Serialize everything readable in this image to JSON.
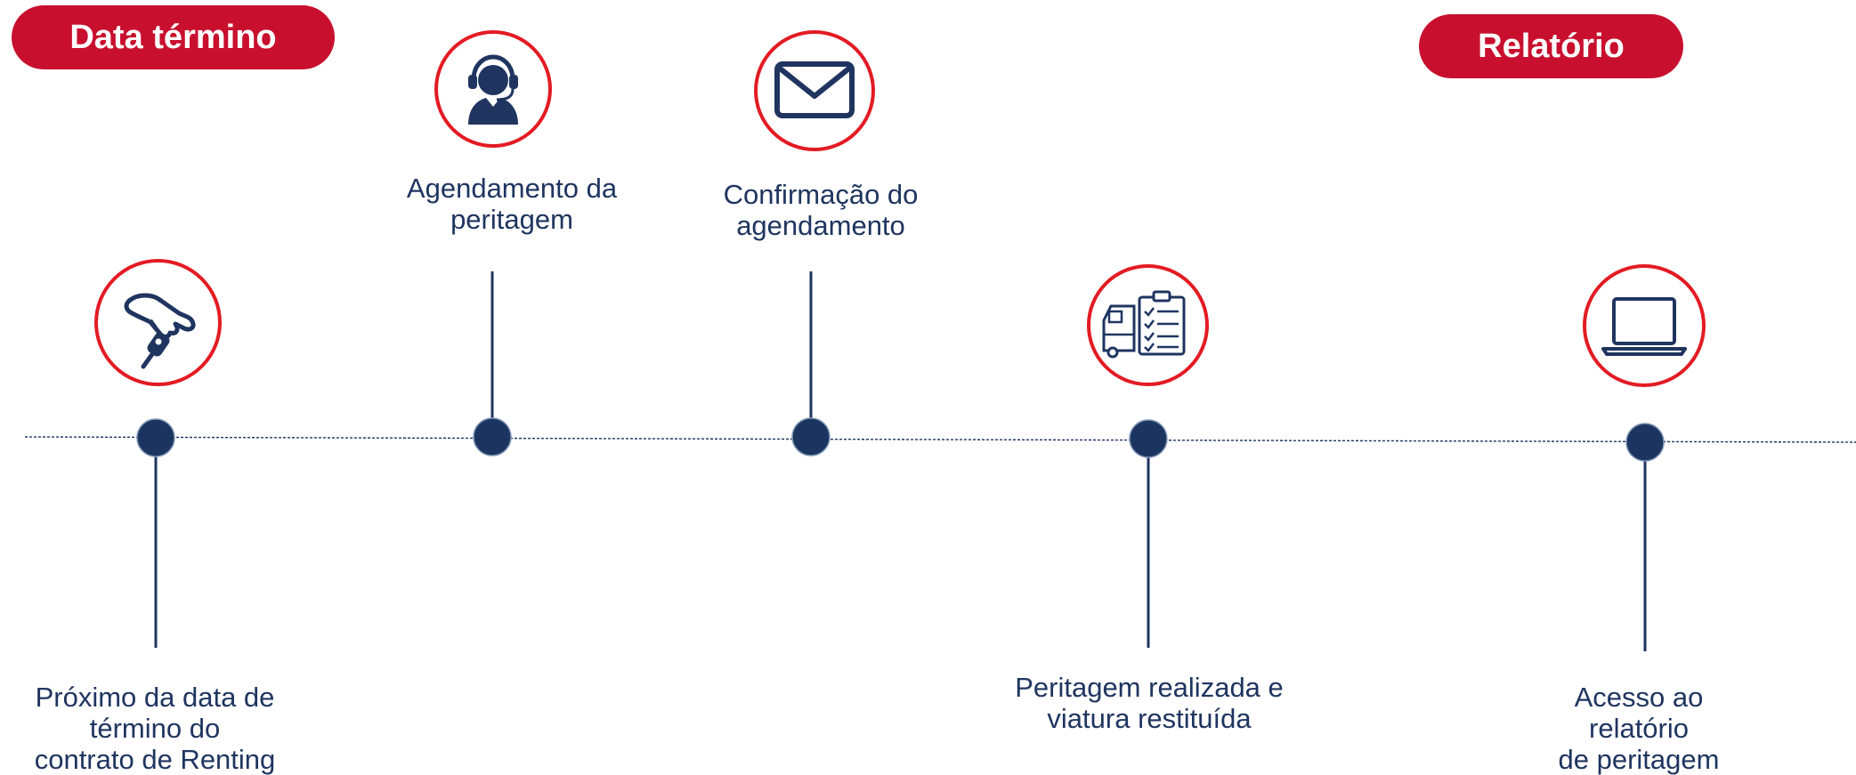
{
  "badges": {
    "start": "Data término",
    "end": "Relatório"
  },
  "steps": [
    {
      "label": "Próximo da data de\ntérmino do\ncontrato de Renting",
      "icon": "hand-key-icon"
    },
    {
      "label": "Agendamento da\nperitagem",
      "icon": "headset-agent-icon"
    },
    {
      "label": "Confirmação do\nagendamento",
      "icon": "envelope-icon"
    },
    {
      "label": "Peritagem realizada e\nviatura restituída",
      "icon": "truck-checklist-icon"
    },
    {
      "label": "Acesso ao relatório\n de peritagem",
      "icon": "laptop-icon"
    }
  ],
  "colors": {
    "brand_red": "#c8102e",
    "circle_border": "#e31b23",
    "navy": "#1f3560",
    "timeline_line": "#1f3560"
  }
}
